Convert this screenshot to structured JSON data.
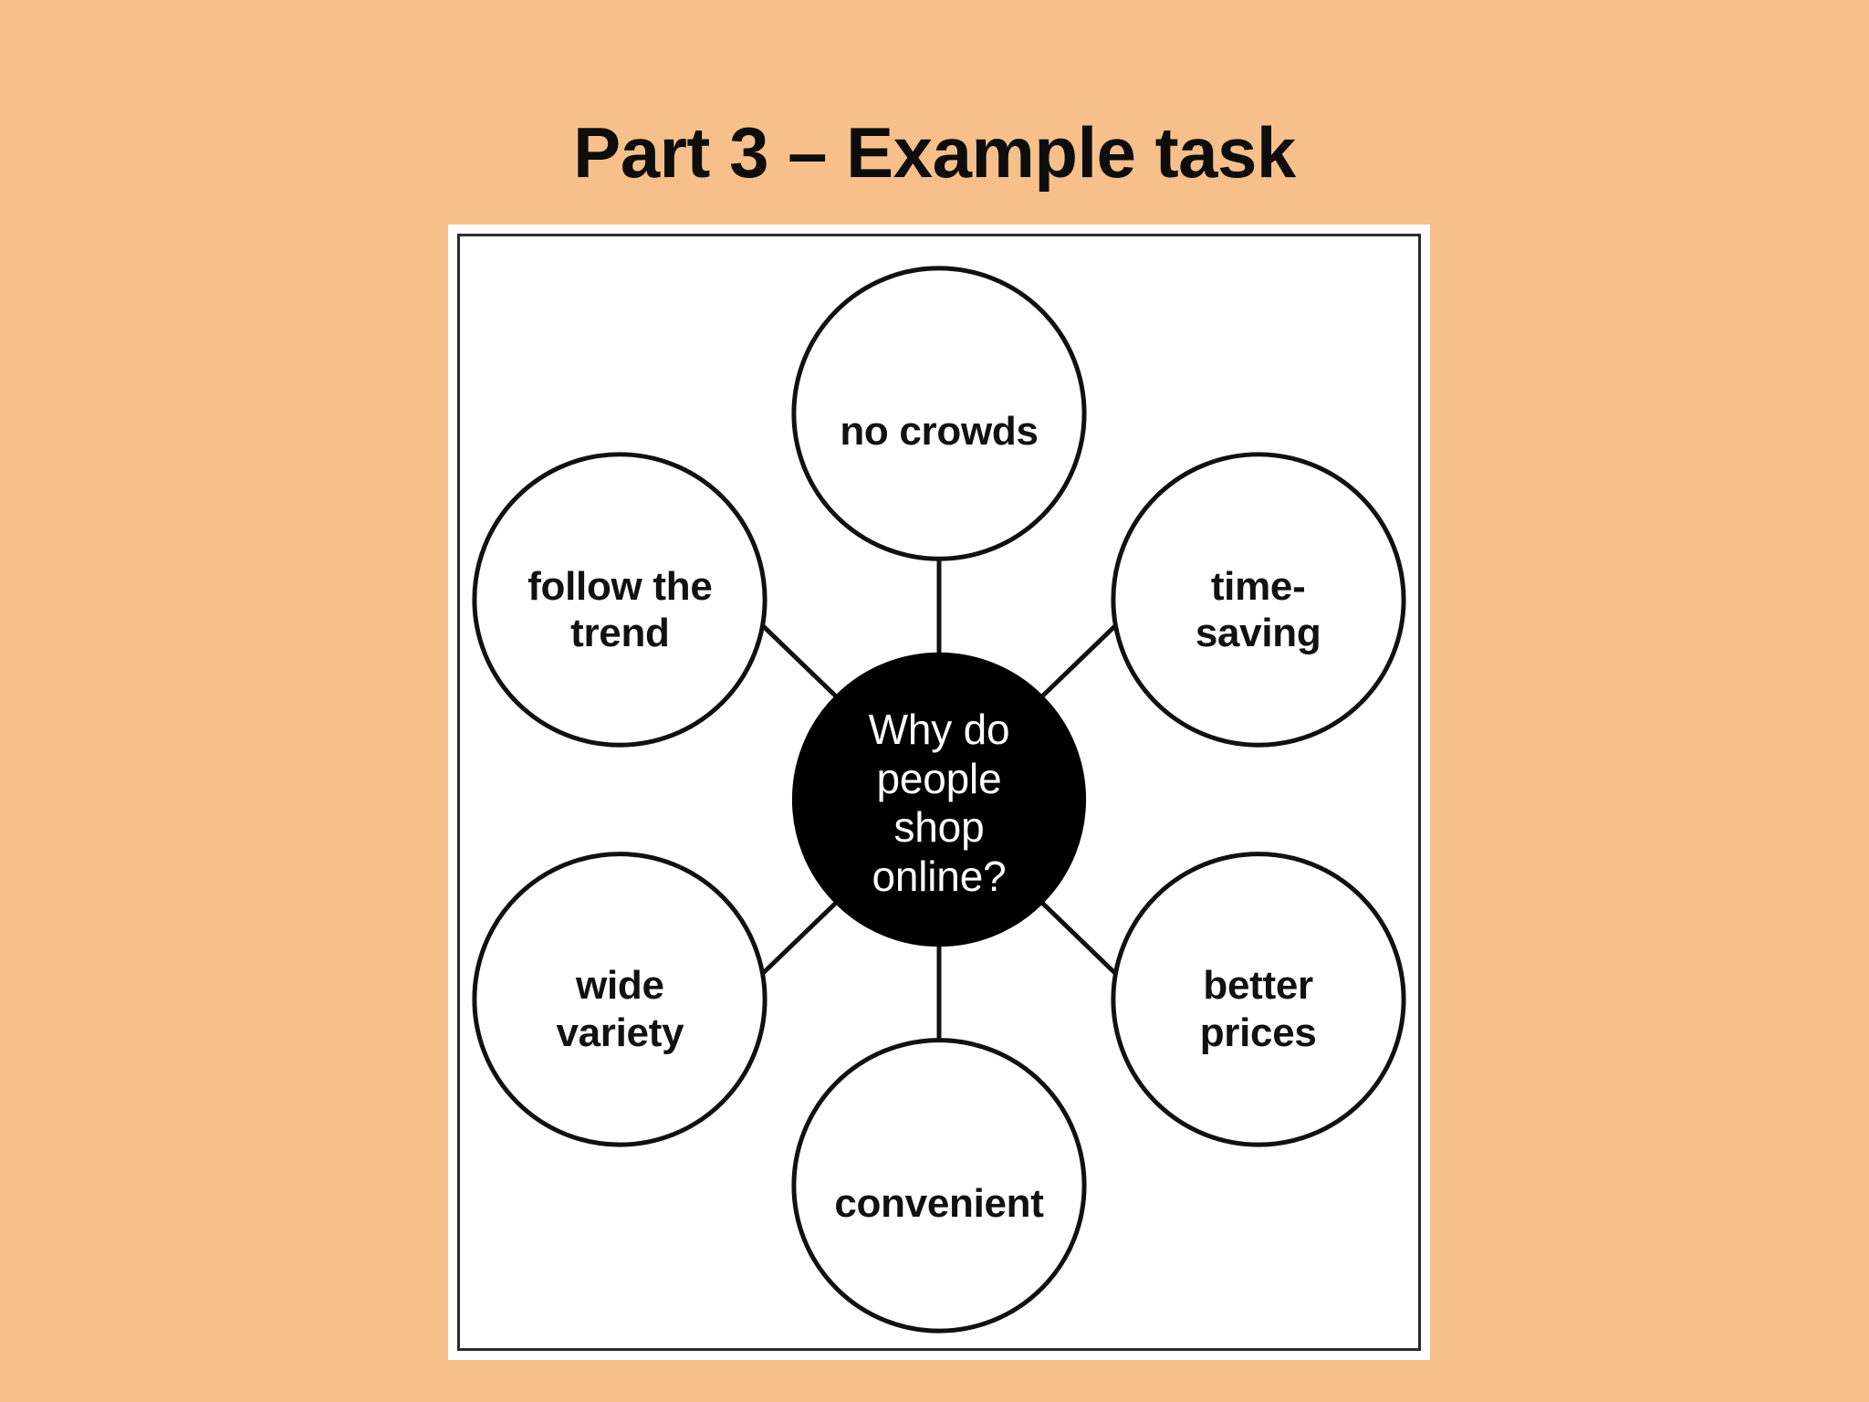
{
  "slide": {
    "title": "Part 3 – Example task",
    "background_color": "#f7c08a",
    "frame_color": "#ffffff",
    "frame_border_color": "#2b2b2b"
  },
  "diagram": {
    "type": "mind-map",
    "center": {
      "label": "Why do\npeople\nshop\nonline?",
      "text": "Why do people shop online?",
      "fill_color": "#000000",
      "text_color": "#ffffff"
    },
    "nodes": [
      {
        "id": "no-crowds",
        "label": "no crowds",
        "position": "top"
      },
      {
        "id": "time-saving",
        "label": "time-\nsaving",
        "position": "top-right"
      },
      {
        "id": "better-prices",
        "label": "better\nprices",
        "position": "bottom-right"
      },
      {
        "id": "convenient",
        "label": "convenient",
        "position": "bottom"
      },
      {
        "id": "wide-variety",
        "label": "wide\nvariety",
        "position": "bottom-left"
      },
      {
        "id": "follow-trend",
        "label": "follow the\ntrend",
        "position": "top-left"
      }
    ],
    "node_fill_color": "#ffffff",
    "node_stroke_color": "#111111",
    "connector_color": "#111111"
  }
}
